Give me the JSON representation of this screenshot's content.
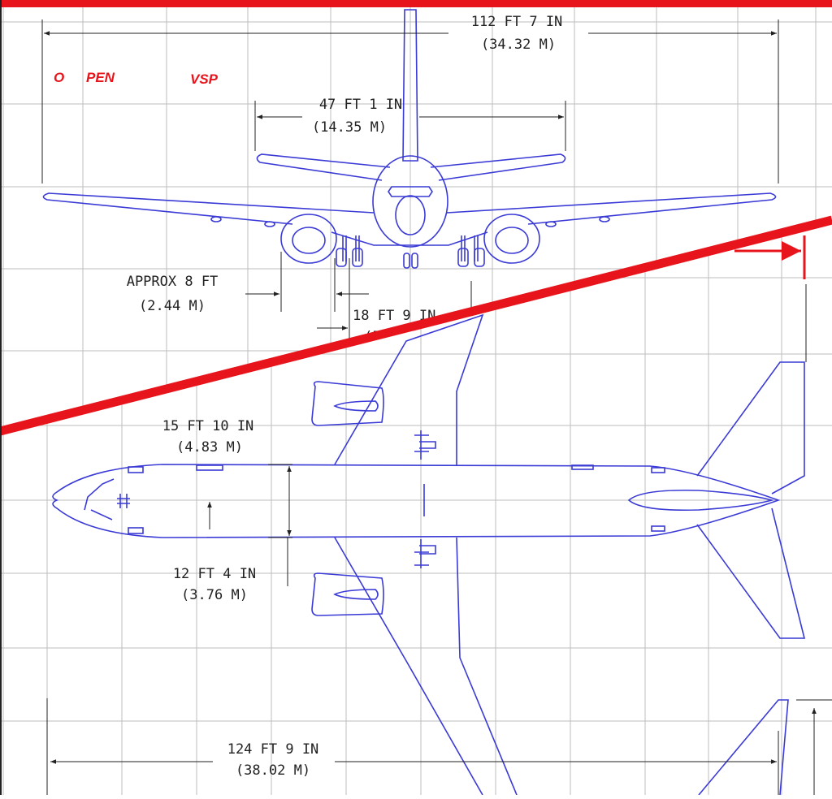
{
  "logo": {
    "open": "OPEN",
    "vsp": "VSP"
  },
  "dimensions": {
    "span_front": {
      "ft": "112 FT 7 IN",
      "m": "(34.32 M)"
    },
    "tail_span": {
      "ft": "47 FT 1 IN",
      "m": "(14.35 M)"
    },
    "engine_offset": {
      "ft": "APPROX 8 FT",
      "m": "(2.44 M)"
    },
    "track": {
      "ft": "18 FT 9 IN",
      "m": "(5."
    },
    "wheelbase": {
      "ft": "15 FT 10 IN",
      "m": "(4.83 M)"
    },
    "fuselage_width": {
      "ft": "12 FT 4 IN",
      "m": "(3.76 M)"
    },
    "span_top": {
      "ft": "124 FT 9 IN",
      "m": "(38.02 M)"
    }
  },
  "colors": {
    "accent": "#e8141c",
    "drawing": "#3a3ad6",
    "grid": "#bdbdbd",
    "dim": "#222222"
  }
}
